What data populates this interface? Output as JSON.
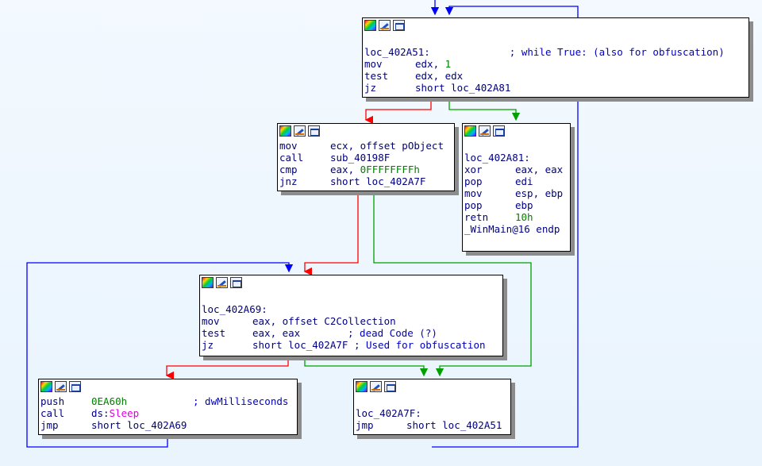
{
  "colors": {
    "background": "#f3f9ff",
    "edge_true": "#00a000",
    "edge_false": "#ff0000",
    "edge_uncond": "#0000ff",
    "text": "#000080",
    "number": "#008000",
    "import": "#e000e0"
  },
  "header_icons": [
    "color-palette-icon",
    "rename-pencil-icon",
    "graph-overview-icon"
  ],
  "nodes": {
    "loop_head": {
      "label": "loc_402A51:",
      "label_comment": "; while True: (also for obfuscation)",
      "lines": [
        {
          "mn": "mov",
          "op": "edx, ",
          "num": "1"
        },
        {
          "mn": "test",
          "op": "edx, edx"
        },
        {
          "mn": "jz",
          "op": "short loc_402A81"
        }
      ]
    },
    "check_obj": {
      "lines": [
        {
          "mn": "mov",
          "op": "ecx, offset pObject"
        },
        {
          "mn": "call",
          "op": "sub_40198F"
        },
        {
          "mn": "cmp",
          "op": "eax, ",
          "num": "0FFFFFFFFh"
        },
        {
          "mn": "jnz",
          "op": "short loc_402A7F"
        }
      ]
    },
    "exit_block": {
      "label": "loc_402A81:",
      "lines": [
        {
          "mn": "xor",
          "op": "eax, eax"
        },
        {
          "mn": "pop",
          "op": "edi"
        },
        {
          "mn": "mov",
          "op": "esp, ebp"
        },
        {
          "mn": "pop",
          "op": "ebp"
        },
        {
          "mn": "retn",
          "num": "10h"
        }
      ],
      "endp": "_WinMain@16 endp"
    },
    "c2_block": {
      "label": "loc_402A69:",
      "lines": [
        {
          "mn": "mov",
          "op": "eax, offset C2Collection"
        },
        {
          "mn": "test",
          "op": "eax, eax",
          "cmt": "; dead Code (?)"
        },
        {
          "mn": "jz",
          "op": "short loc_402A7F ",
          "cmt": "; Used for obfuscation"
        }
      ]
    },
    "sleep_block": {
      "lines": [
        {
          "mn": "push",
          "num": "0EA60h",
          "cmt": "; dwMilliseconds"
        },
        {
          "mn": "call",
          "op": "ds:",
          "imp": "Sleep"
        },
        {
          "mn": "jmp",
          "op": "short loc_402A69"
        }
      ]
    },
    "jmp_back": {
      "label": "loc_402A7F:",
      "lines": [
        {
          "mn": "jmp",
          "op": "short loc_402A51"
        }
      ]
    }
  }
}
